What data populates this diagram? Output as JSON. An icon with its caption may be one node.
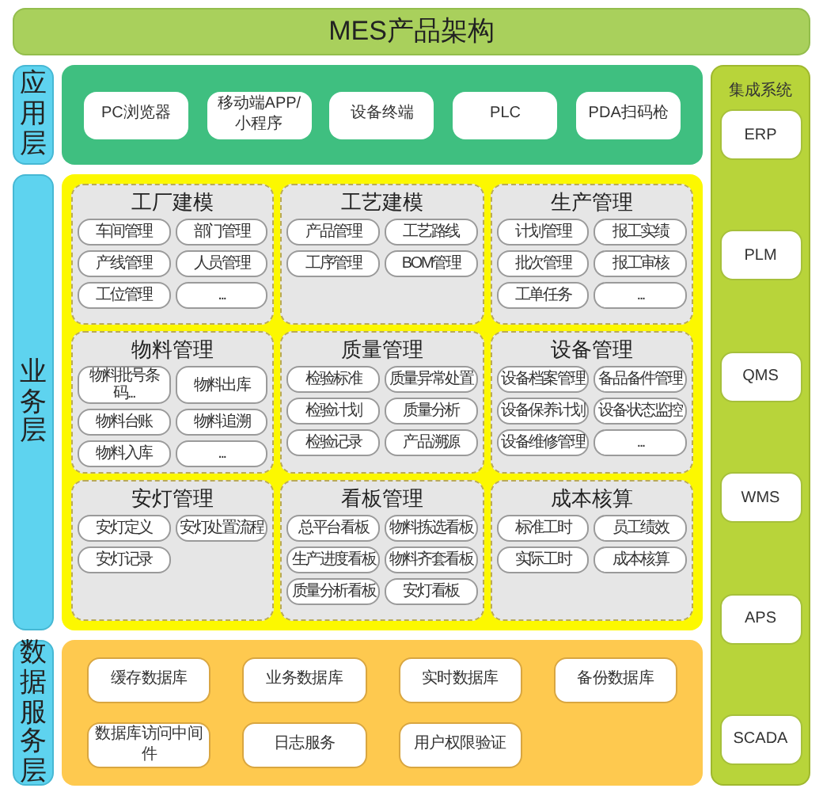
{
  "diagram": {
    "nodes": [
      {
        "text": [
          "MES产品架构"
        ]
      },
      {
        "text": [
          "应用层"
        ]
      },
      {
        "text": [],
        "shape": "box"
      },
      {
        "text": [
          "PC浏览器"
        ],
        "in": 2
      },
      {
        "text": [
          "移动端APP/小程序"
        ],
        "in": 2
      },
      {
        "text": [
          "设备终端"
        ],
        "in": 2
      },
      {
        "text": [
          "PLC"
        ],
        "in": 2
      },
      {
        "text": [
          "PDA扫码枪"
        ],
        "in": 2
      },
      {
        "text": [
          "业务层"
        ]
      },
      {
        "text": [],
        "shape": "box"
      },
      {
        "text": [
          "工厂建模"
        ],
        "in": 9
      },
      {
        "text": [
          "车间管理"
        ],
        "in": 10
      },
      {
        "text": [
          "部门管理"
        ],
        "in": 10
      },
      {
        "text": [
          "产线管理"
        ],
        "in": 10
      },
      {
        "text": [
          "人员管理"
        ],
        "in": 10
      },
      {
        "text": [
          "工位管理"
        ],
        "in": 10
      },
      {
        "text": [
          "..."
        ],
        "in": 10
      },
      {
        "text": [
          "工艺建模"
        ],
        "in": 9
      },
      {
        "text": [
          "产品管理"
        ],
        "in": 17
      },
      {
        "text": [
          "工艺路线"
        ],
        "in": 17
      },
      {
        "text": [
          "工序管理"
        ],
        "in": 17
      },
      {
        "text": [
          "BOM管理"
        ],
        "in": 17
      },
      {
        "text": [
          "生产管理"
        ],
        "in": 9
      },
      {
        "text": [
          "计划管理"
        ],
        "in": 22
      },
      {
        "text": [
          "报工实绩"
        ],
        "in": 22
      },
      {
        "text": [
          "批次管理"
        ],
        "in": 22
      },
      {
        "text": [
          "报工审核"
        ],
        "in": 22
      },
      {
        "text": [
          "工单任务"
        ],
        "in": 22
      },
      {
        "text": [
          "..."
        ],
        "in": 22
      },
      {
        "text": [
          "物料管理"
        ],
        "in": 9
      },
      {
        "text": [
          "物料批号条码..."
        ],
        "in": 29
      },
      {
        "text": [
          "物料出库"
        ],
        "in": 29
      },
      {
        "text": [
          "物料台账"
        ],
        "in": 29
      },
      {
        "text": [
          "物料追溯"
        ],
        "in": 29
      },
      {
        "text": [
          "物料入库"
        ],
        "in": 29
      },
      {
        "text": [
          "..."
        ],
        "in": 29
      },
      {
        "text": [
          "质量管理"
        ],
        "in": 9
      },
      {
        "text": [
          "检验标准"
        ],
        "in": 36
      },
      {
        "text": [
          "质量异常处置"
        ],
        "in": 36
      },
      {
        "text": [
          "检验计划"
        ],
        "in": 36
      },
      {
        "text": [
          "质量分析"
        ],
        "in": 36
      },
      {
        "text": [
          "检验记录"
        ],
        "in": 36
      },
      {
        "text": [
          "产品溯源"
        ],
        "in": 36
      },
      {
        "text": [
          "设备管理"
        ],
        "in": 9
      },
      {
        "text": [
          "设备档案管理"
        ],
        "in": 43
      },
      {
        "text": [
          "备品备件管理"
        ],
        "in": 43
      },
      {
        "text": [
          "设备保养计划"
        ],
        "in": 43
      },
      {
        "text": [
          "设备状态监控"
        ],
        "in": 43
      },
      {
        "text": [
          "设备维修管理"
        ],
        "in": 43
      },
      {
        "text": [
          "..."
        ],
        "in": 43
      },
      {
        "text": [
          "安灯管理"
        ],
        "in": 9
      },
      {
        "text": [
          "安灯定义"
        ],
        "in": 50
      },
      {
        "text": [
          "安灯处置流程"
        ],
        "in": 50
      },
      {
        "text": [
          "安灯记录"
        ],
        "in": 50
      },
      {
        "text": [
          "看板管理"
        ],
        "in": 9
      },
      {
        "text": [
          "总平台看板"
        ],
        "in": 54
      },
      {
        "text": [
          "物料拣选看板"
        ],
        "in": 54
      },
      {
        "text": [
          "生产进度看板"
        ],
        "in": 54
      },
      {
        "text": [
          "物料齐套看板"
        ],
        "in": 54
      },
      {
        "text": [
          "质量分析看板"
        ],
        "in": 54
      },
      {
        "text": [
          "安灯看板"
        ],
        "in": 54
      },
      {
        "text": [
          "成本核算"
        ],
        "in": 9
      },
      {
        "text": [
          "标准工时"
        ],
        "in": 61
      },
      {
        "text": [
          "员工绩效"
        ],
        "in": 61
      },
      {
        "text": [
          "实际工时"
        ],
        "in": 61
      },
      {
        "text": [
          "成本核算"
        ],
        "in": 61
      },
      {
        "text": [
          "数据服务层"
        ]
      },
      {
        "text": [],
        "shape": "box"
      },
      {
        "text": [
          "缓存数据库"
        ],
        "in": 67
      },
      {
        "text": [
          "业务数据库"
        ],
        "in": 67
      },
      {
        "text": [
          "实时数据库"
        ],
        "in": 67
      },
      {
        "text": [
          "备份数据库"
        ],
        "in": 67
      },
      {
        "text": [
          "数据库访问中间件"
        ],
        "in": 67
      },
      {
        "text": [
          "日志服务"
        ],
        "in": 67
      },
      {
        "text": [
          "用户权限验证"
        ],
        "in": 67
      },
      {
        "text": [
          "集成系统"
        ]
      },
      {
        "text": [
          "ERP"
        ],
        "in": 75
      },
      {
        "text": [
          "PLM"
        ],
        "in": 75
      },
      {
        "text": [
          "QMS"
        ],
        "in": 75
      },
      {
        "text": [
          "WMS"
        ],
        "in": 75
      },
      {
        "text": [
          "APS"
        ],
        "in": 75
      },
      {
        "text": [
          "SCADA"
        ],
        "in": 75
      }
    ],
    "edges": []
  }
}
